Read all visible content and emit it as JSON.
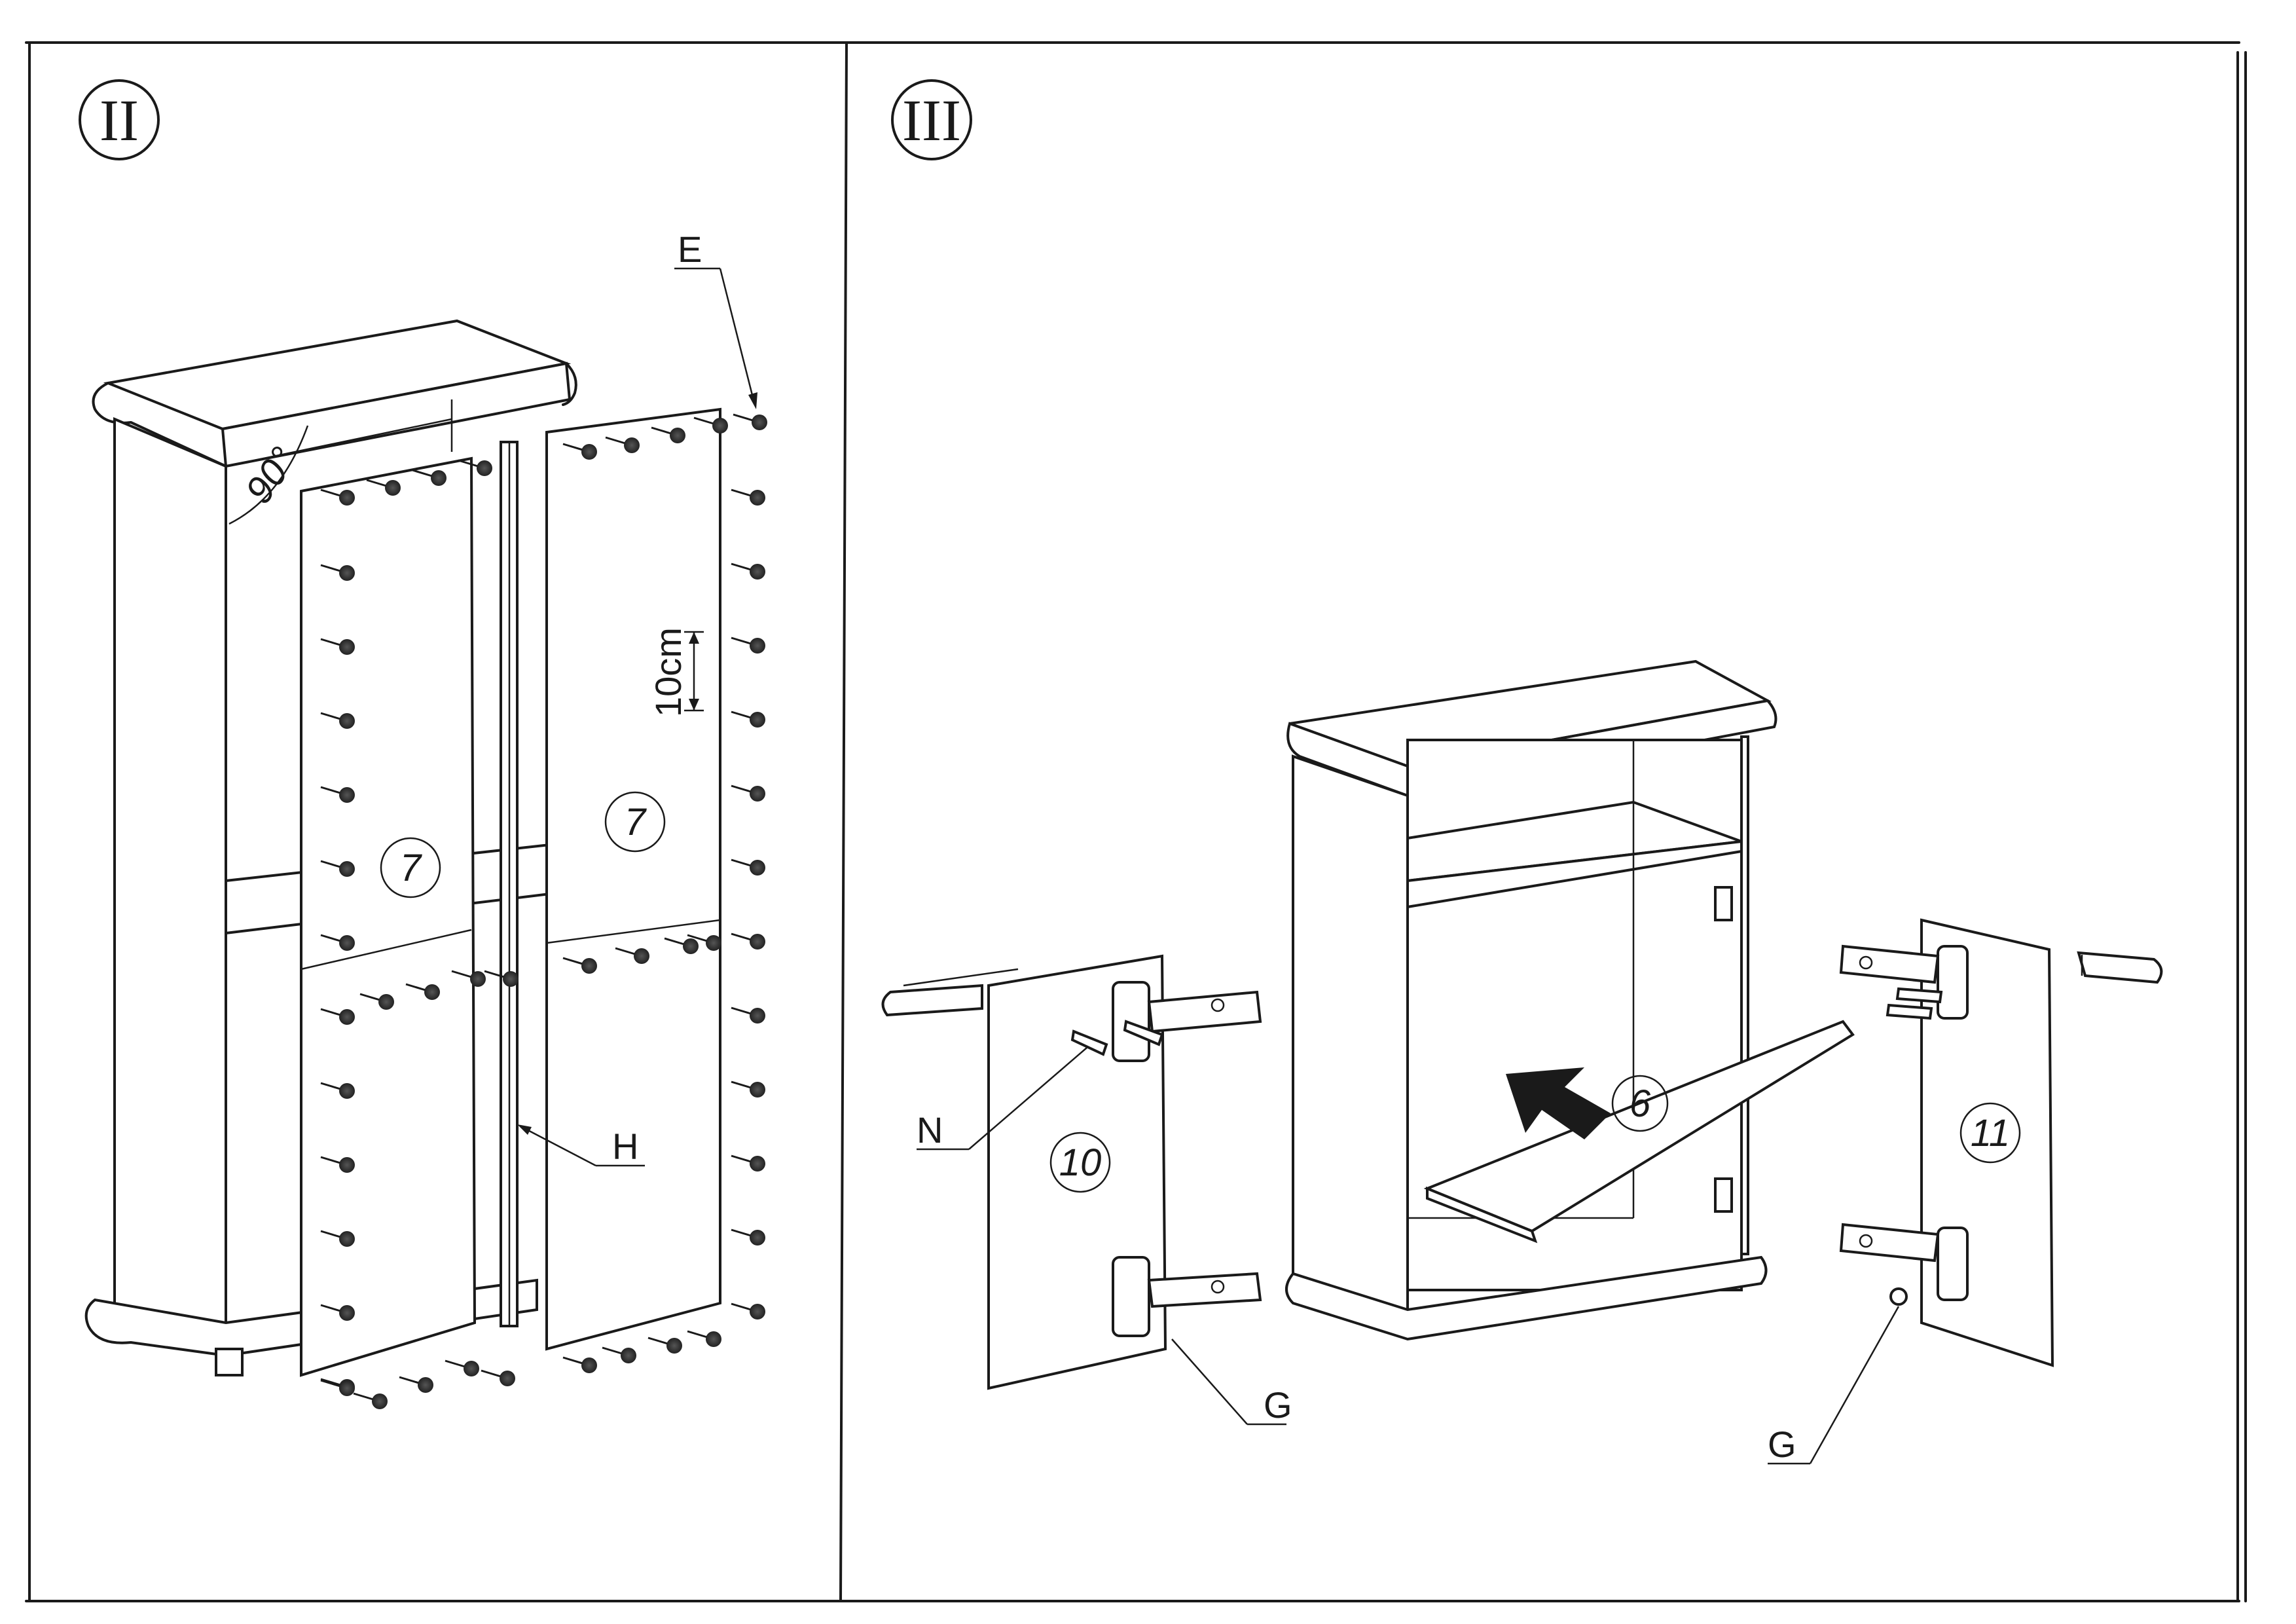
{
  "steps": [
    {
      "number": "II"
    },
    {
      "number": "III"
    }
  ],
  "step2": {
    "angle_label": "90°",
    "dimension_label": "10cm",
    "part_door_left": "7",
    "part_door_right": "7",
    "label_e": "E",
    "label_h": "H"
  },
  "step3": {
    "part_shelf": "6",
    "part_door_left": "10",
    "part_door_right": "11",
    "label_n": "N",
    "label_g_left": "G",
    "label_g_right": "G"
  }
}
